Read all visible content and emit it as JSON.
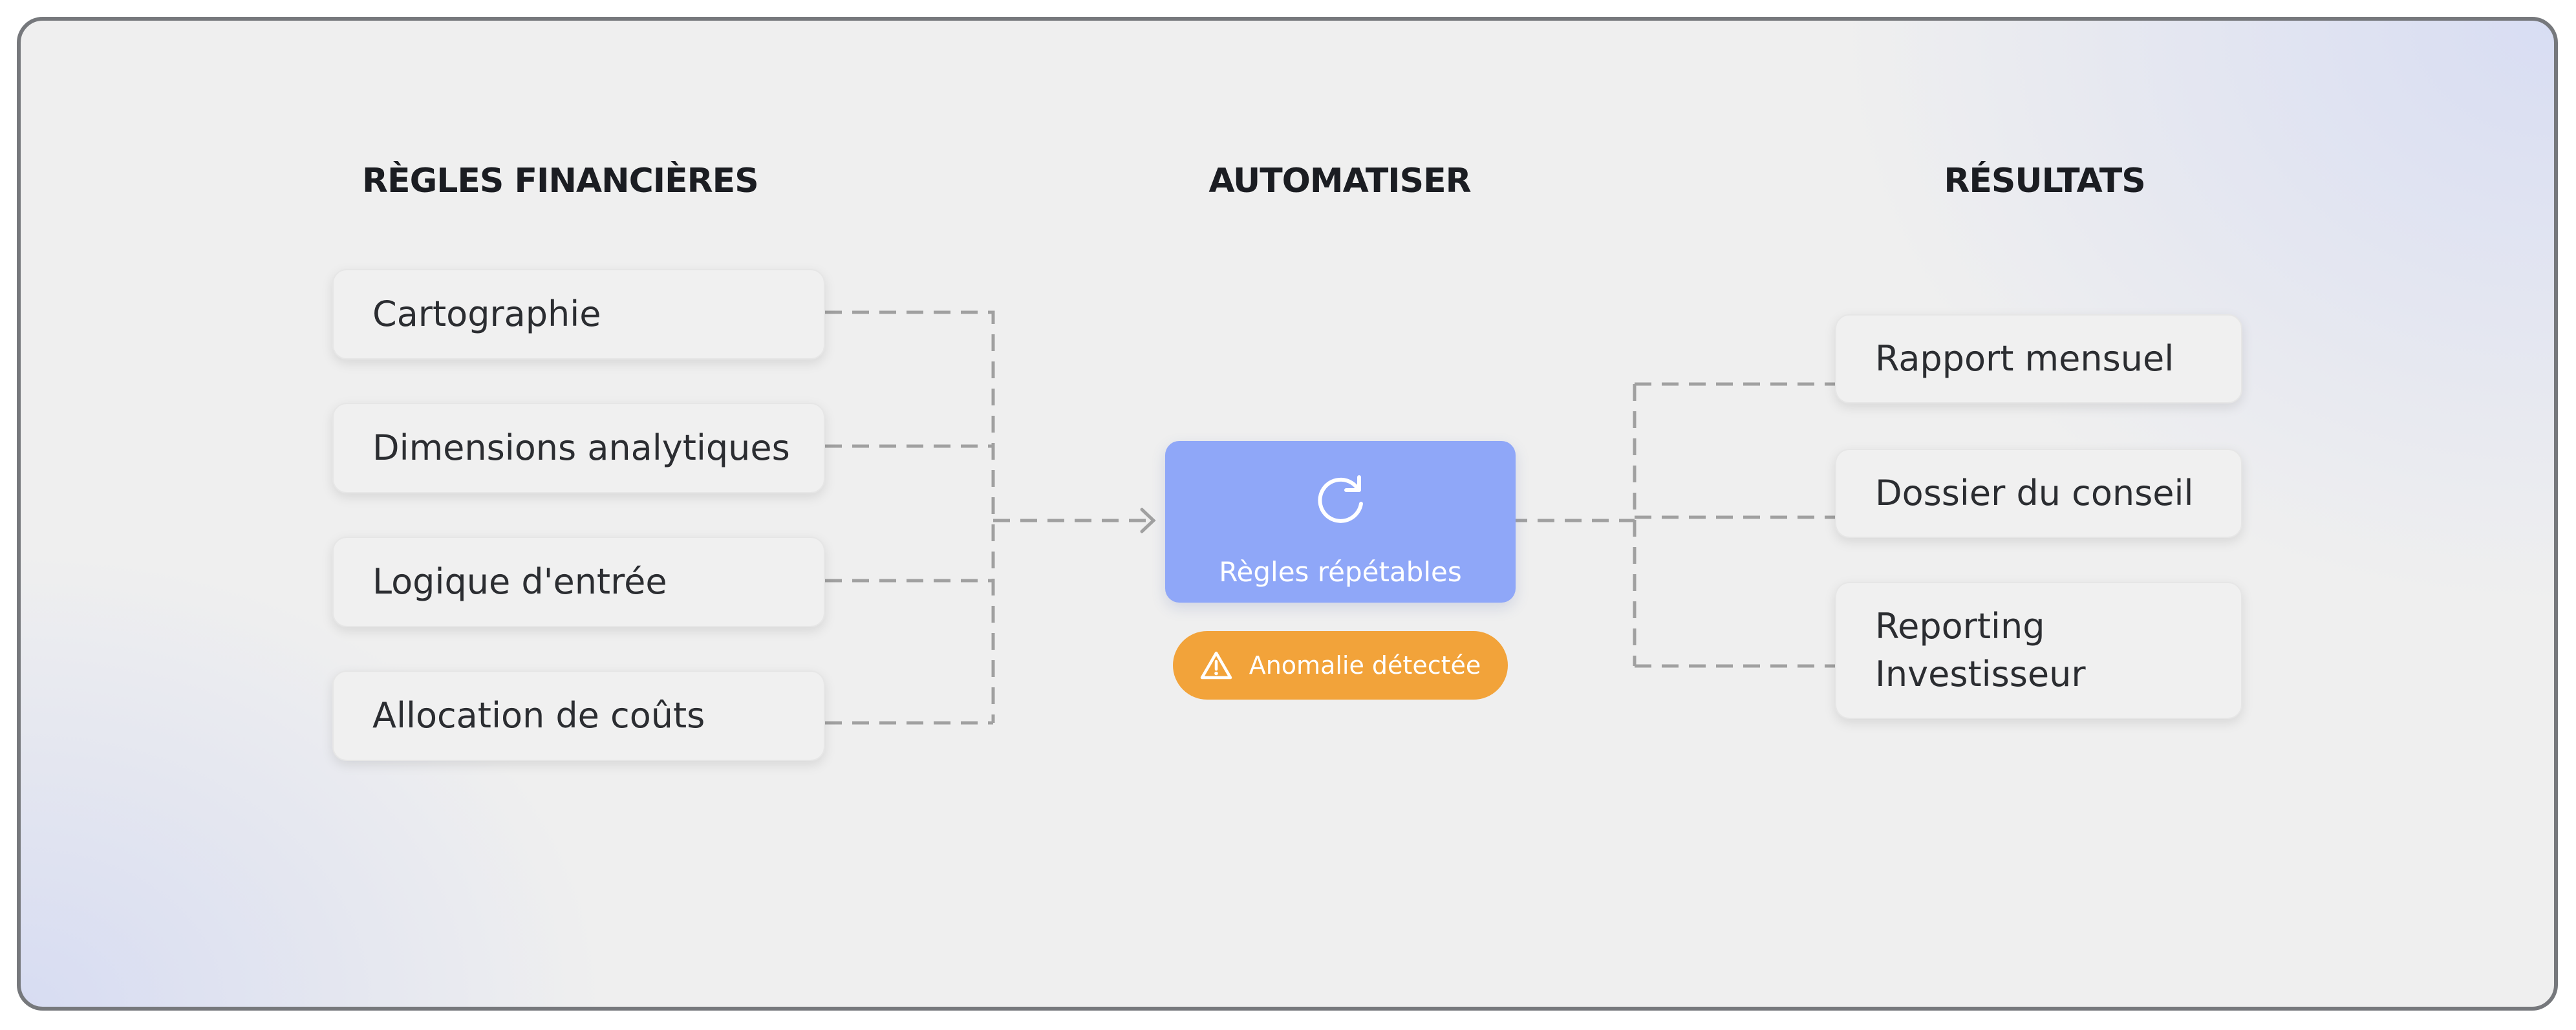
{
  "columns": {
    "left_heading": "RÈGLES FINANCIÈRES",
    "center_heading": "AUTOMATISER",
    "right_heading": "RÉSULTATS"
  },
  "inputs": [
    "Cartographie",
    "Dimensions analytiques",
    "Logique d'entrée",
    "Allocation de coûts"
  ],
  "process": {
    "label": "Règles répétables",
    "icon": "refresh-icon",
    "color": "#8fa7f8"
  },
  "alert": {
    "label": "Anomalie détectée",
    "icon": "warning-triangle-icon",
    "color": "#f2a33a"
  },
  "outputs": [
    "Rapport mensuel",
    "Dossier du conseil",
    "Reporting Investisseur"
  ],
  "connector_color": "#a0a0a0"
}
